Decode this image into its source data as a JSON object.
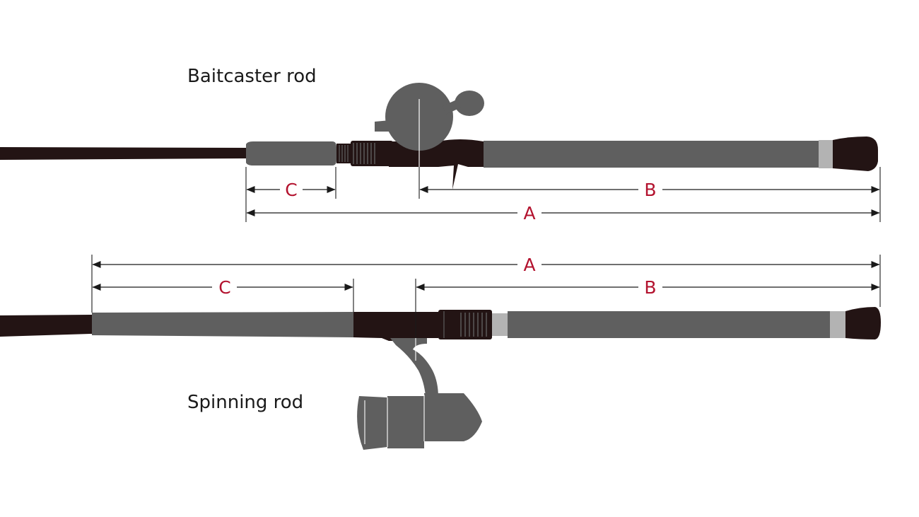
{
  "colors": {
    "grip": "#5f5f5f",
    "blank": "#231414",
    "metal": "#b3b3b3",
    "reel": "#5f5f5f",
    "dimension_label": "#b3122e",
    "line": "#1a1a1a"
  },
  "baitcaster": {
    "title": "Baitcaster rod",
    "dims": {
      "a": "A",
      "b": "B",
      "c": "C"
    }
  },
  "spinning": {
    "title": "Spinning rod",
    "dims": {
      "a": "A",
      "b": "B",
      "c": "C"
    }
  }
}
